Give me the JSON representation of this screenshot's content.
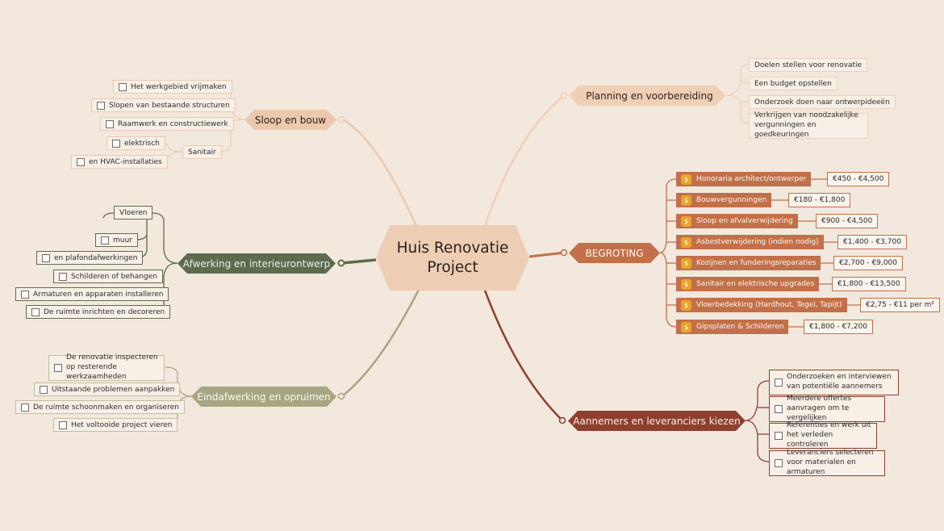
{
  "center": {
    "title": "Huis Renovatie Project"
  },
  "colors": {
    "background": "#f3e8de",
    "planning": "#efcfb6",
    "sloop": "#ecc9ae",
    "begroting": "#c2704a",
    "afwerking": "#5c6c4e",
    "eind": "#a6a682",
    "aannemers": "#8e3f2e"
  },
  "planning": {
    "title": "Planning en voorbereiding",
    "icon": "lightbulb-icon",
    "items": [
      "Doelen stellen voor renovatie",
      "Een budget opstellen",
      "Onderzoek doen naar ontwerpideeën",
      "Verkrijgen van noodzakelijke vergunningen en goedkeuringen"
    ]
  },
  "sloop": {
    "title": "Sloop en bouw",
    "items": [
      "Het werkgebied vrijmaken",
      "Slopen van bestaande structuren",
      "Raamwerk en constructiewerk"
    ],
    "sanitair": {
      "label": "Sanitair",
      "items": [
        "elektrisch",
        "en HVAC-installaties"
      ]
    }
  },
  "begroting": {
    "title": "BEGROTING",
    "icon": "money-bag-icon",
    "items": [
      {
        "label": "Honoraria architect/ontwerper",
        "value": "€450 - €4,500"
      },
      {
        "label": "Bouwvergunningen",
        "value": "€180 - €1,800"
      },
      {
        "label": "Sloop en afvalverwijdering",
        "value": "€900 - €4,500"
      },
      {
        "label": "Asbestverwijdering (indien nodig)",
        "value": "€1,400 - €3,700"
      },
      {
        "label": "Kozijnen en funderingsreparaties",
        "value": "€2,700 - €9,000"
      },
      {
        "label": "Sanitair en elektrische upgrades",
        "value": "€1,800 - €13,500"
      },
      {
        "label": "Vloerbedekking (Hardhout, Tegel, Tapijt)",
        "value": "€2,75 - €11 per m²"
      },
      {
        "label": "Gipsplaten & Schilderen",
        "value": "€1,800 - €7,200"
      }
    ]
  },
  "afwerking": {
    "title": "Afwerking en interieurontwerp",
    "vloeren": {
      "label": "Vloeren",
      "items": [
        "muur",
        "en plafondafwerkingen"
      ]
    },
    "items": [
      "Schilderen of behangen",
      "Armaturen en apparaten installeren",
      "De ruimte inrichten en decoreren"
    ]
  },
  "eind": {
    "title": "Eindafwerking en opruimen",
    "items": [
      "De renovatie inspecteren op resterende werkzaamheden",
      "Uitstaande problemen aanpakken",
      "De ruimte schoonmaken en organiseren",
      "Het voltooide project vieren"
    ]
  },
  "aannemers": {
    "title": "Aannemers en leveranciers kiezen",
    "items": [
      "Onderzoeken en interviewen van potentiële aannemers",
      "Meerdere offertes aanvragen om te vergelijken",
      "Referenties en werk uit het verleden controleren",
      "Leveranciers selecteren voor materialen en armaturen"
    ]
  }
}
